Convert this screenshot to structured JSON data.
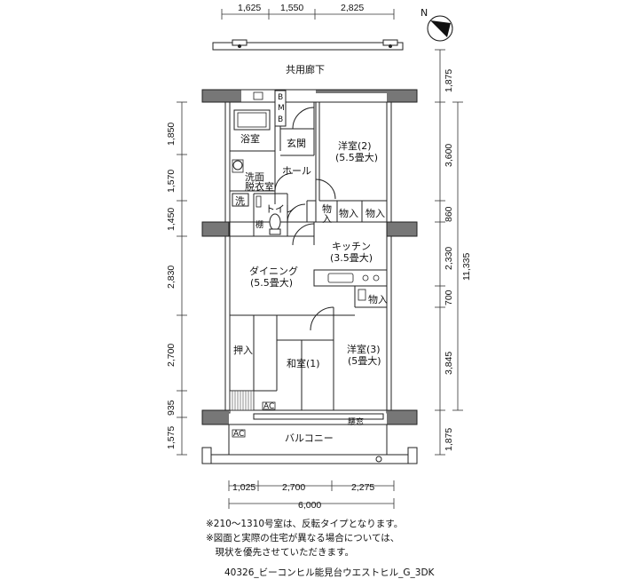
{
  "rooms": {
    "corridor": "共用廊下",
    "bath": "浴室",
    "genkan": "玄関",
    "hall": "ホール",
    "western2_name": "洋室(2)",
    "western2_size": "(5.5畳大)",
    "dressing_1": "洗面",
    "dressing_2": "脱衣室",
    "washer": "洗",
    "toilet": "トイレ",
    "shelf": "棚",
    "closet_a": "物",
    "closet_b": "入",
    "storage": "物入",
    "kitchen_name": "キッチン",
    "kitchen_size": "(3.5畳大)",
    "dining_name": "ダイニング",
    "dining_size": "(5.5畳大)",
    "oshiire": "押入",
    "washitsu_name": "和室(1)",
    "western3_name": "洋室(3)",
    "western3_size": "(5畳大)",
    "koshimado": "腰窓",
    "ac": "AC",
    "balcony": "バルコニー",
    "mbox_1": "B",
    "mbox_2": "M",
    "mbox_3": "B",
    "compass": "N"
  },
  "dimensions": {
    "top": [
      "1,625",
      "1,550",
      "2,825"
    ],
    "bottom": [
      "1,025",
      "2,700",
      "2,275"
    ],
    "total_width": "6,000",
    "left": [
      "1,850",
      "1,570",
      "1,450",
      "2,830",
      "2,700",
      "935",
      "1,575"
    ],
    "right": [
      "1,875",
      "3,600",
      "860",
      "2,330",
      "700",
      "3,845",
      "1,875"
    ],
    "right_total": "11,335"
  },
  "notes": [
    "※210～1310号室は、反転タイプとなります。",
    "※図面と実際の住宅が異なる場合については、",
    "　現状を優先させていただきます。"
  ],
  "footer": "40326_ビーコンヒル能見台ウエストヒル_G_3DK"
}
